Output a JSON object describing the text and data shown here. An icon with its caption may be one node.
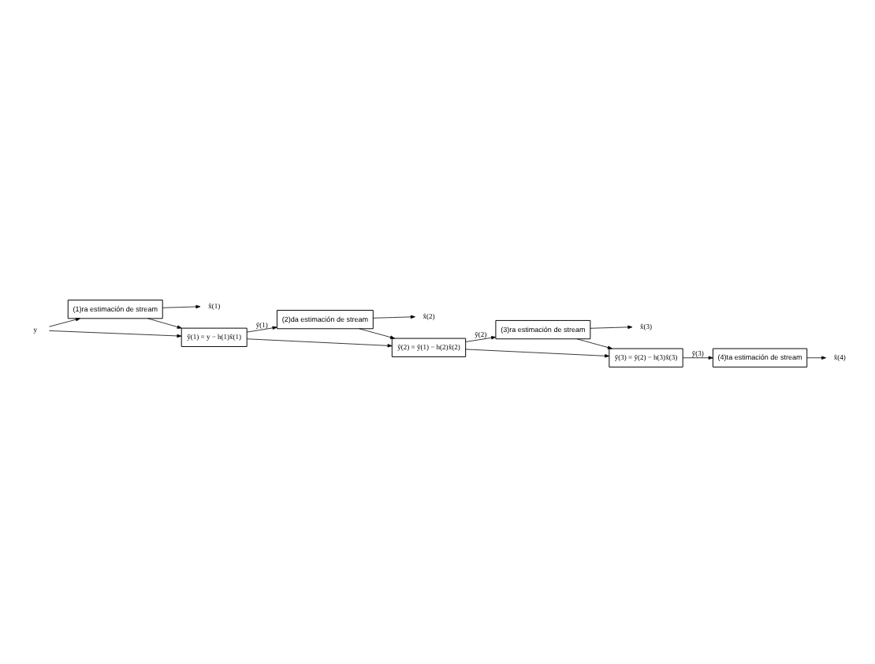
{
  "diagram": {
    "nodes": [
      {
        "text": [
          "y"
        ]
      },
      {
        "text": [
          "(1)ra estimación de stream"
        ]
      },
      {
        "text": [
          "x̂(1)"
        ]
      },
      {
        "text": [
          "ỹ(1) = y − h(1)x̂(1)"
        ]
      },
      {
        "text": [
          "(2)da estimación de stream"
        ]
      },
      {
        "text": [
          "x̂(2)"
        ]
      },
      {
        "text": [
          "ỹ(2) = ỹ(1) − h(2)x̂(2)"
        ]
      },
      {
        "text": [
          "(3)ra estimación de stream"
        ]
      },
      {
        "text": [
          "x̂(3)"
        ]
      },
      {
        "text": [
          "ỹ(3) = ỹ(2) − h(3)x̂(3)"
        ]
      },
      {
        "text": [
          "(4)ta estimación de stream"
        ]
      },
      {
        "text": [
          "x̂(4)"
        ]
      }
    ],
    "edges": [
      {
        "from": 0,
        "to": 1,
        "arrow": "to"
      },
      {
        "from": 0,
        "to": 3,
        "arrow": "to"
      },
      {
        "from": 1,
        "to": 2,
        "arrow": "to"
      },
      {
        "from": 1,
        "to": 3,
        "arrow": "to"
      },
      {
        "from": 3,
        "to": 4,
        "arrow": "to",
        "label": "ỹ(1)"
      },
      {
        "from": 3,
        "to": 6,
        "arrow": "to"
      },
      {
        "from": 4,
        "to": 5,
        "arrow": "to"
      },
      {
        "from": 4,
        "to": 6,
        "arrow": "to"
      },
      {
        "from": 6,
        "to": 7,
        "arrow": "to",
        "label": "ỹ(2)"
      },
      {
        "from": 6,
        "to": 9,
        "arrow": "to"
      },
      {
        "from": 7,
        "to": 8,
        "arrow": "to"
      },
      {
        "from": 7,
        "to": 9,
        "arrow": "to"
      },
      {
        "from": 9,
        "to": 10,
        "arrow": "to",
        "label": "ỹ(3)"
      },
      {
        "from": 10,
        "to": 11,
        "arrow": "to"
      }
    ]
  }
}
